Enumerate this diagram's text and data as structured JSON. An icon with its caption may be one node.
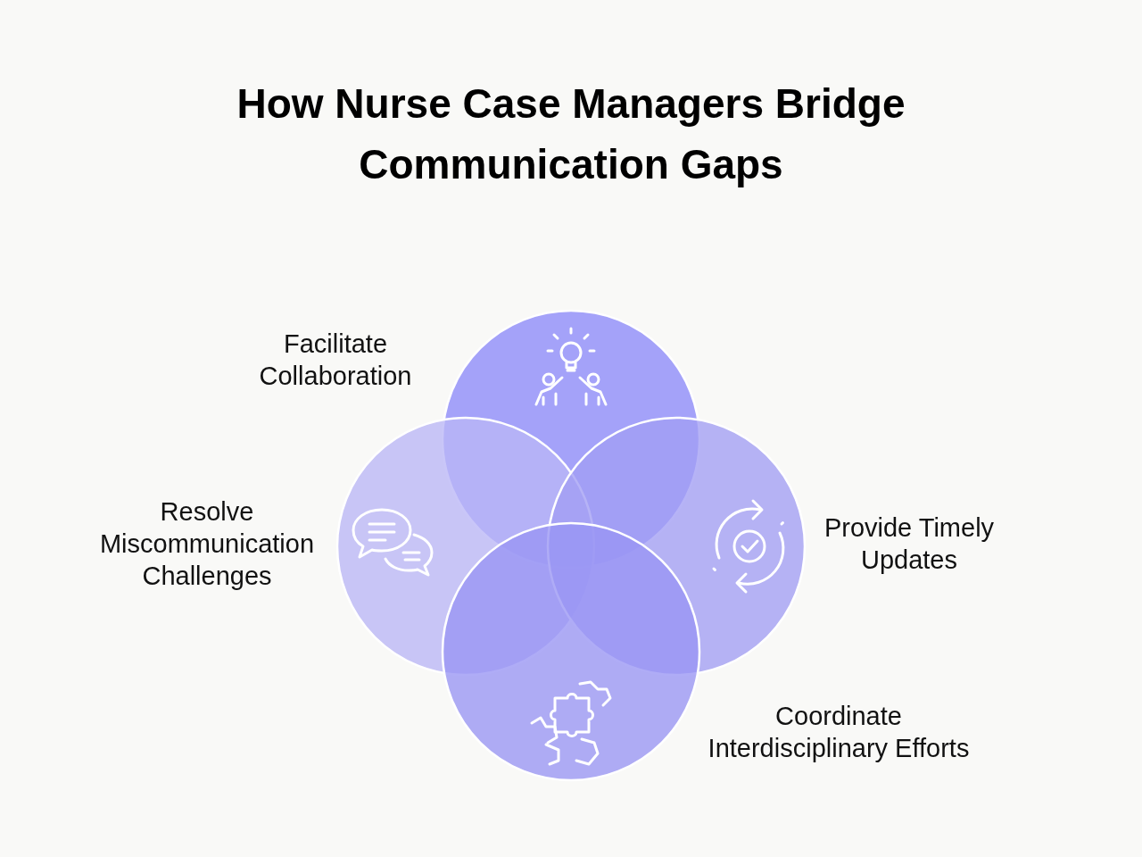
{
  "diagram": {
    "title": "How Nurse Case Managers Bridge Communication Gaps",
    "nodes": [
      {
        "text": [
          "Facilitate Collaboration"
        ]
      },
      {
        "text": [
          "Resolve Miscommunication Challenges"
        ]
      },
      {
        "text": [
          "Provide Timely Updates"
        ]
      },
      {
        "text": [
          "Coordinate Interdisciplinary Efforts"
        ]
      }
    ]
  }
}
